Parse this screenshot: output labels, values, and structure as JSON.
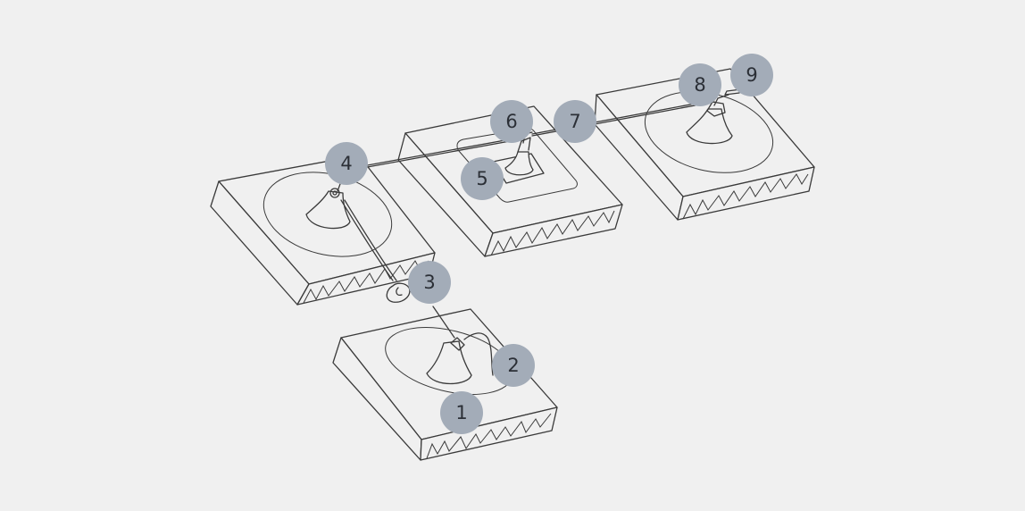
{
  "callouts": [
    {
      "id": "1",
      "label": "1"
    },
    {
      "id": "2",
      "label": "2"
    },
    {
      "id": "3",
      "label": "3"
    },
    {
      "id": "4",
      "label": "4"
    },
    {
      "id": "5",
      "label": "5"
    },
    {
      "id": "6",
      "label": "6"
    },
    {
      "id": "7",
      "label": "7"
    },
    {
      "id": "8",
      "label": "8"
    },
    {
      "id": "9",
      "label": "9"
    }
  ],
  "colors": {
    "background": "#f0f0f0",
    "callout_fill": "#a3acb8",
    "callout_text": "#2b2f36",
    "line": "#3a3a3a"
  }
}
